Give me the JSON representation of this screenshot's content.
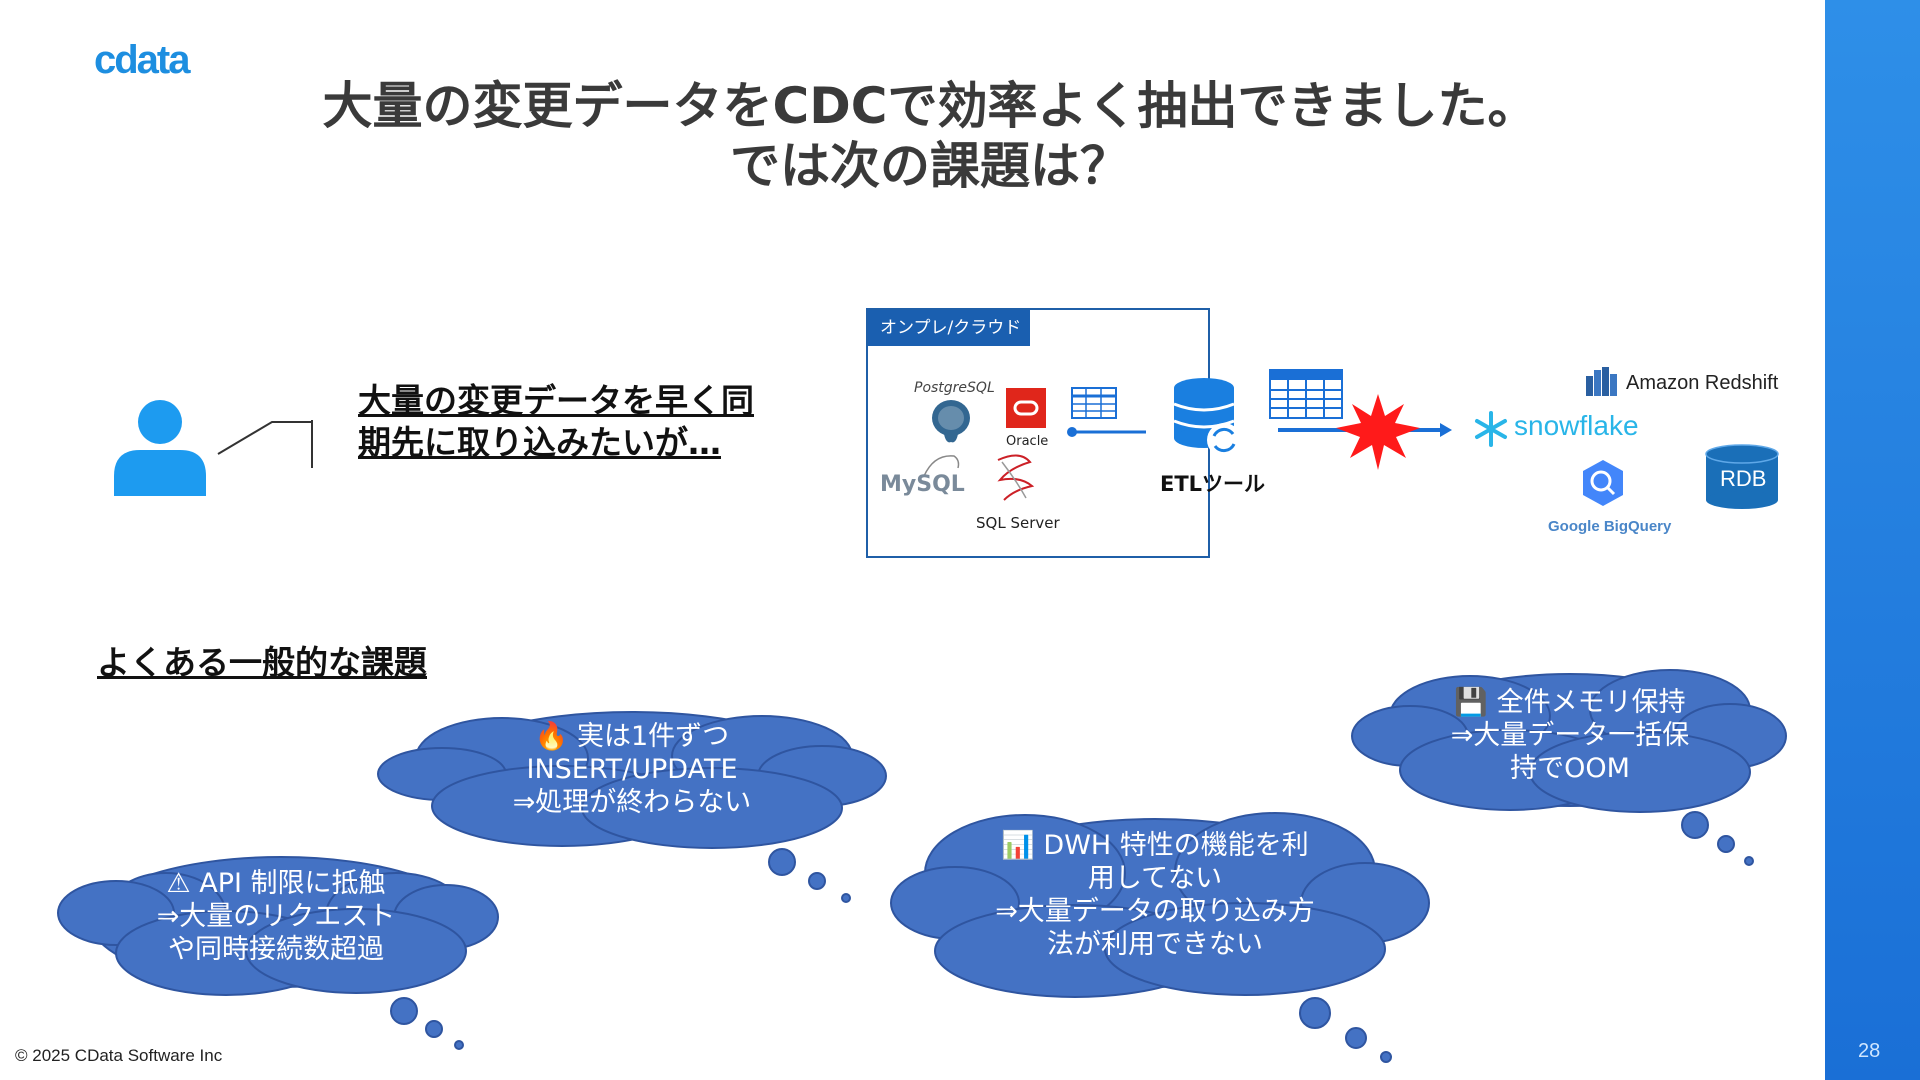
{
  "brand": {
    "logo_text": "cdata",
    "color": "#1d8ee0"
  },
  "title": {
    "line1": "大量の変更データをCDCで効率よく抽出できました。",
    "line2": "では次の課題は？"
  },
  "scenario": {
    "line1": "大量の変更データを早く同",
    "line2": "期先に取り込みたいが…"
  },
  "diagram": {
    "onprem_label": "オンプレ/クラウド",
    "sources": [
      "PostgreSQL",
      "Oracle",
      "MySQL",
      "SQL Server"
    ],
    "etl_label": "ETLツール",
    "targets": [
      "Amazon Redshift",
      "snowflake",
      "Google BigQuery",
      "RDB"
    ]
  },
  "section": {
    "title": "よくある一般的な課題"
  },
  "issues": [
    {
      "icon": "warning-icon",
      "lines": [
        "⚠ API 制限に抵触",
        "⇒大量のリクエスト",
        "や同時接続数超過"
      ]
    },
    {
      "icon": "fire-icon",
      "lines": [
        "🔥 実は1件ずつ",
        "INSERT/UPDATE",
        "⇒処理が終わらない"
      ]
    },
    {
      "icon": "chart-icon",
      "lines": [
        "📊 DWH 特性の機能を利",
        "用してない",
        "⇒大量データの取り込み方",
        "法が利用できない"
      ]
    },
    {
      "icon": "floppy-icon",
      "lines": [
        "💾 全件メモリ保持",
        "⇒大量データ一括保",
        "持でOOM"
      ]
    }
  ],
  "footer": {
    "copyright": "© 2025 CData Software Inc"
  },
  "page_number": "28",
  "colors": {
    "cloud": "#4472c4",
    "accent_bar": "#1a6fd6",
    "person": "#1d9bf0"
  }
}
